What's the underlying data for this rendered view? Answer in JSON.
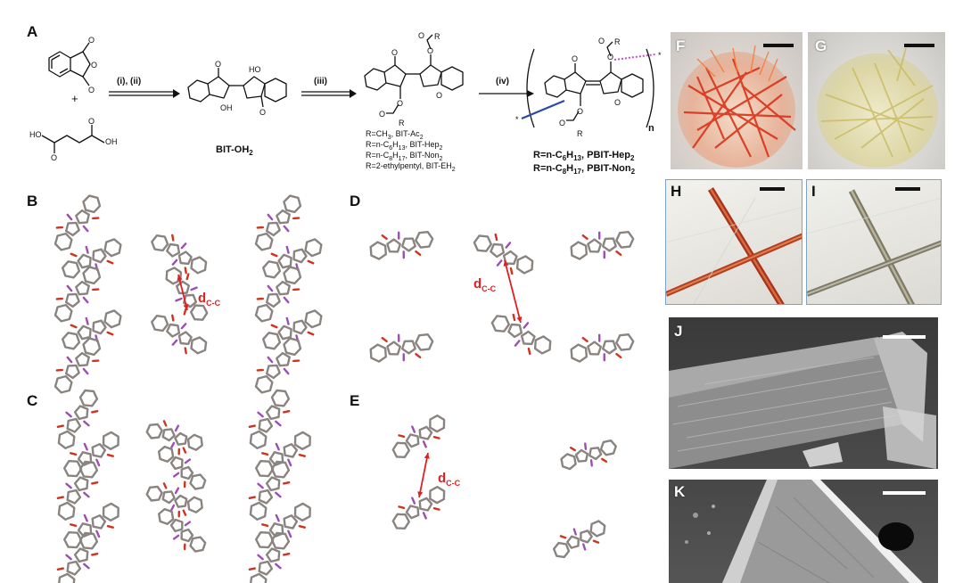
{
  "panels": {
    "A": "A",
    "B": "B",
    "C": "C",
    "D": "D",
    "E": "E",
    "F": "F",
    "G": "G",
    "H": "H",
    "I": "I",
    "J": "J",
    "K": "K"
  },
  "scheme": {
    "plus": "+",
    "step1": "(i), (ii)",
    "step2": "(iii)",
    "step3": "(iv)",
    "bitoh2": "BIT-OH",
    "bitoh2_sub": "2",
    "polymer_n": "n",
    "star": "*",
    "atoms": {
      "O": "O",
      "HO": "HO",
      "OH": "OH",
      "R": "R"
    },
    "monomers": [
      {
        "prefix": "R=CH",
        "sub1": "3",
        "mid": ", BIT-Ac",
        "sub2": "2"
      },
      {
        "prefix": "R=n-C",
        "sub1": "6",
        "mid": "H",
        "sub1b": "13",
        "tail": ", BIT-Hep",
        "sub2": "2"
      },
      {
        "prefix": "R=n-C",
        "sub1": "8",
        "mid": "H",
        "sub1b": "17",
        "tail": ", BIT-Non",
        "sub2": "2"
      },
      {
        "prefix": "R=2-ethylpentyl, BIT-EH",
        "sub2": "2"
      }
    ],
    "polymers": [
      {
        "prefix": "R=n-C",
        "sub1": "6",
        "mid": "H",
        "sub1b": "13",
        "tail": ", PBIT-Hep",
        "sub2": "2"
      },
      {
        "prefix": "R=n-C",
        "sub1": "8",
        "mid": "H",
        "sub1b": "17",
        "tail": ", PBIT-Non",
        "sub2": "2"
      }
    ]
  },
  "distance_label": {
    "main": "d",
    "sub": "C-C"
  },
  "colors": {
    "carbon": "#8a8480",
    "oxygen": "#d0321d",
    "hydrogen": "#9b4fb3",
    "arrow": "#e02020",
    "dashed_bond": "#c64fc9",
    "blue_bond": "#2a4aa8",
    "scale_dark": "#111111",
    "scale_light": "#ffffff",
    "photo_border": "#7ea3c4"
  }
}
